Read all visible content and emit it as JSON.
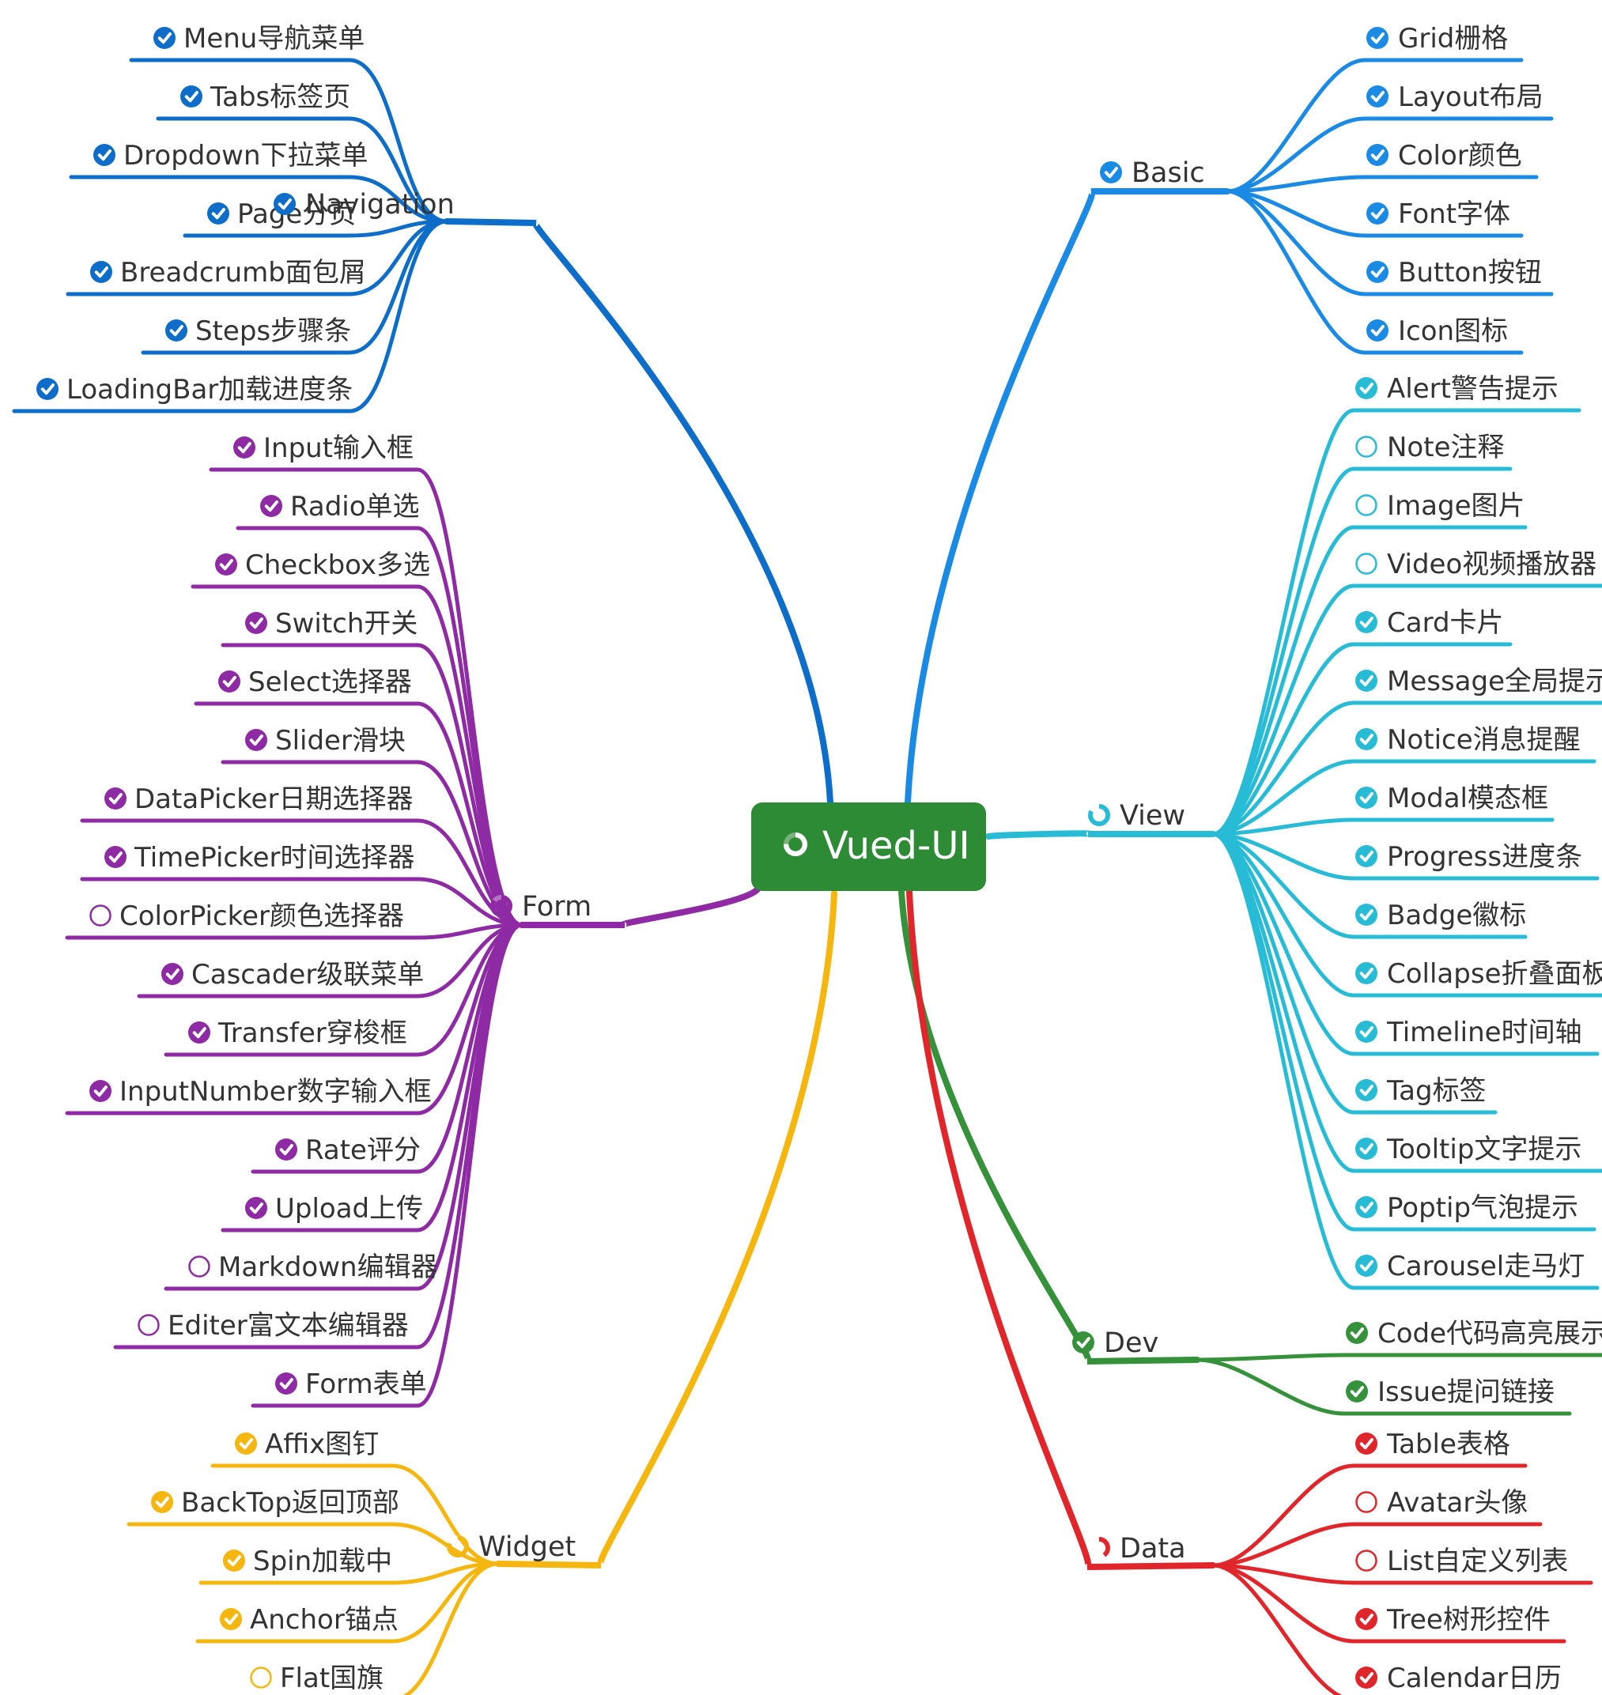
{
  "root": {
    "label": "Vued-UI",
    "status": "progress",
    "color": "#2e8b35",
    "progress": 0.75
  },
  "branches": [
    {
      "id": "navigation",
      "label": "Navigation",
      "status": "done",
      "color": "#0d6dc8",
      "side": "left",
      "items": [
        {
          "label": "Menu导航菜单",
          "status": "done"
        },
        {
          "label": "Tabs标签页",
          "status": "done"
        },
        {
          "label": "Dropdown下拉菜单",
          "status": "done"
        },
        {
          "label": "Page分页",
          "status": "done"
        },
        {
          "label": "Breadcrumb面包屑",
          "status": "done"
        },
        {
          "label": "Steps步骤条",
          "status": "done"
        },
        {
          "label": "LoadingBar加载进度条",
          "status": "done"
        }
      ]
    },
    {
      "id": "form",
      "label": "Form",
      "status": "progress",
      "progress": 0.85,
      "color": "#8e2aa3",
      "side": "left",
      "items": [
        {
          "label": "Input输入框",
          "status": "done"
        },
        {
          "label": "Radio单选",
          "status": "done"
        },
        {
          "label": "Checkbox多选",
          "status": "done"
        },
        {
          "label": "Switch开关",
          "status": "done"
        },
        {
          "label": "Select选择器",
          "status": "done"
        },
        {
          "label": "Slider滑块",
          "status": "done"
        },
        {
          "label": "DataPicker日期选择器",
          "status": "done"
        },
        {
          "label": "TimePicker时间选择器",
          "status": "done"
        },
        {
          "label": "ColorPicker颜色选择器",
          "status": "todo"
        },
        {
          "label": "Cascader级联菜单",
          "status": "done"
        },
        {
          "label": "Transfer穿梭框",
          "status": "done"
        },
        {
          "label": "InputNumber数字输入框",
          "status": "done"
        },
        {
          "label": "Rate评分",
          "status": "done"
        },
        {
          "label": "Upload上传",
          "status": "done"
        },
        {
          "label": "Markdown编辑器",
          "status": "todo"
        },
        {
          "label": "Editer富文本编辑器",
          "status": "todo"
        },
        {
          "label": "Form表单",
          "status": "done"
        }
      ]
    },
    {
      "id": "widget",
      "label": "Widget",
      "status": "progress",
      "progress": 0.8,
      "color": "#f5b70f",
      "side": "left",
      "items": [
        {
          "label": "Affix图钉",
          "status": "done"
        },
        {
          "label": "BackTop返回顶部",
          "status": "done"
        },
        {
          "label": "Spin加载中",
          "status": "done"
        },
        {
          "label": "Anchor锚点",
          "status": "done"
        },
        {
          "label": "Flat国旗",
          "status": "todo"
        }
      ]
    },
    {
      "id": "basic",
      "label": "Basic",
      "status": "done",
      "color": "#1a8ae4",
      "side": "right",
      "items": [
        {
          "label": "Grid栅格",
          "status": "done"
        },
        {
          "label": "Layout布局",
          "status": "done"
        },
        {
          "label": "Color颜色",
          "status": "done"
        },
        {
          "label": "Font字体",
          "status": "done"
        },
        {
          "label": "Button按钮",
          "status": "done"
        },
        {
          "label": "Icon图标",
          "status": "done"
        }
      ]
    },
    {
      "id": "view",
      "label": "View",
      "status": "progress",
      "progress": 0.82,
      "color": "#28bbd6",
      "side": "right",
      "items": [
        {
          "label": "Alert警告提示",
          "status": "done"
        },
        {
          "label": "Note注释",
          "status": "todo"
        },
        {
          "label": "Image图片",
          "status": "todo"
        },
        {
          "label": "Video视频播放器",
          "status": "todo"
        },
        {
          "label": "Card卡片",
          "status": "done"
        },
        {
          "label": "Message全局提示",
          "status": "done"
        },
        {
          "label": "Notice消息提醒",
          "status": "done"
        },
        {
          "label": "Modal模态框",
          "status": "done"
        },
        {
          "label": "Progress进度条",
          "status": "done"
        },
        {
          "label": "Badge徽标",
          "status": "done"
        },
        {
          "label": "Collapse折叠面板",
          "status": "done"
        },
        {
          "label": "Timeline时间轴",
          "status": "done"
        },
        {
          "label": "Tag标签",
          "status": "done"
        },
        {
          "label": "Tooltip文字提示",
          "status": "done"
        },
        {
          "label": "Poptip气泡提示",
          "status": "done"
        },
        {
          "label": "Carousel走马灯",
          "status": "done"
        }
      ]
    },
    {
      "id": "dev",
      "label": "Dev",
      "status": "done",
      "color": "#36923a",
      "side": "right",
      "items": [
        {
          "label": "Code代码高亮展示",
          "status": "done"
        },
        {
          "label": "Issue提问链接",
          "status": "done"
        }
      ]
    },
    {
      "id": "data",
      "label": "Data",
      "status": "progress",
      "progress": 0.4,
      "color": "#e0262a",
      "side": "right",
      "items": [
        {
          "label": "Table表格",
          "status": "done"
        },
        {
          "label": "Avatar头像",
          "status": "todo"
        },
        {
          "label": "List自定义列表",
          "status": "todo"
        },
        {
          "label": "Tree树形控件",
          "status": "done"
        },
        {
          "label": "Calendar日历",
          "status": "done"
        }
      ]
    }
  ]
}
